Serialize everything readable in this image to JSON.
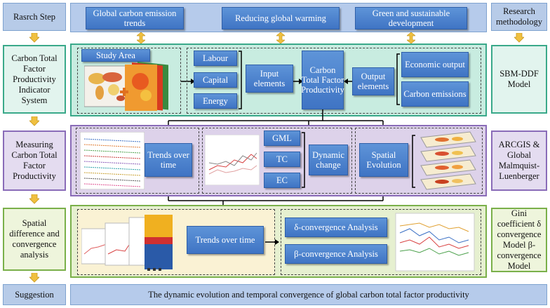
{
  "left": {
    "research_step": "Rasrch Step",
    "ctfp_system": "Carbon Total Factor Productivity Indicator System",
    "measuring": "Measuring Carbon Total Factor Productivity",
    "spatial": "Spatial difference and convergence analysis",
    "suggestion": "Suggestion"
  },
  "right": {
    "methodology": "Research methodology",
    "sbm": "SBM-DDF Model",
    "arcgis": "ARCGIS & Global Malmquist-Luenberger",
    "gini": "Gini coefficient δ convergence Model β-convergence Model"
  },
  "top": {
    "goal1": "Global carbon emission trends",
    "goal2": "Reducing global warming",
    "goal3": "Green and sustainable development"
  },
  "row1": {
    "study_area": "Study Area",
    "labour": "Labour",
    "capital": "Capital",
    "energy": "Energy",
    "input": "Input elements",
    "ctfp": "Carbon Total Factor Productivity",
    "output": "Output elements",
    "economic": "Economic output",
    "carbon": "Carbon emissions"
  },
  "row2": {
    "trends": "Trends over time",
    "gml": "GML",
    "tc": "TC",
    "ec": "EC",
    "dynamic": "Dynamic change",
    "spatial": "Spatial Evolution"
  },
  "row3": {
    "trends": "Trends over time",
    "sigma": "δ-convergence Analysis",
    "beta": "β-convergence Analysis"
  },
  "bottom": "The dynamic evolution and temporal convergence of global carbon total factor productivity",
  "colors": {
    "blue_button": "#4a80cc",
    "row1_bg": "#c8ece0",
    "row2_bg": "#ddd2ea",
    "row3_bg": "#e6f0d0",
    "top_bg": "#b6cbeb"
  }
}
